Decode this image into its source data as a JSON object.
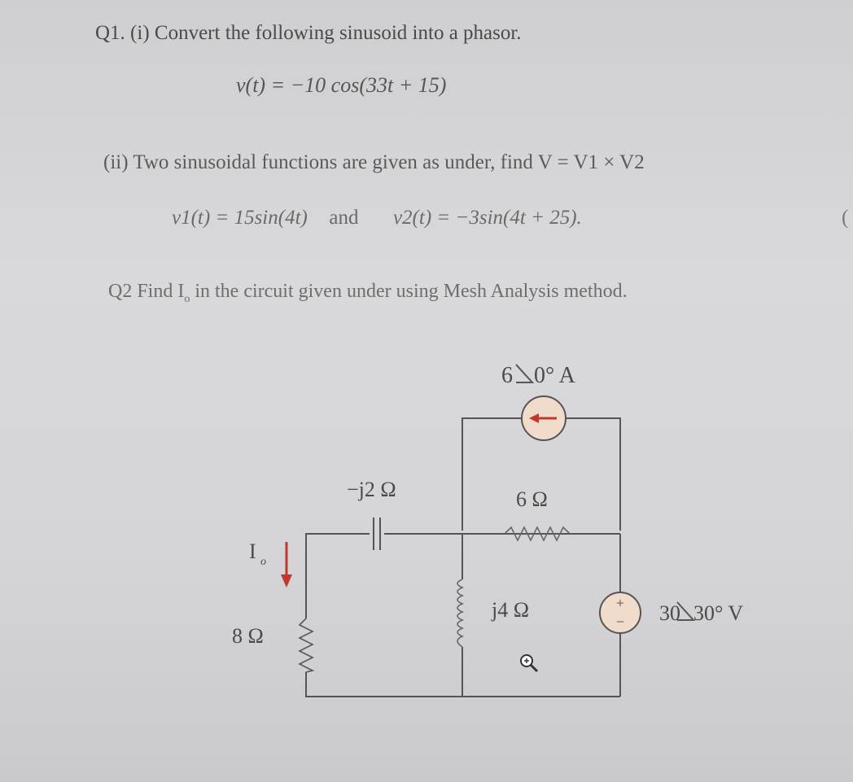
{
  "q1": {
    "title": "Q1. (i) Convert the following sinusoid into a phasor.",
    "equation": "v(t) = −10 cos(33t + 15)",
    "part_ii": "(ii) Two sinusoidal functions are given as under, find V = V1 × V2",
    "part_ii_eq_v1": "v1(t) = 15sin(4t)",
    "part_ii_and": "and",
    "part_ii_eq_v2": "v2(t) = −3sin(4t + 25)."
  },
  "q2": {
    "title": "Q2 Find I",
    "title_sub": "o",
    "title_rest": " in the circuit given under using Mesh Analysis method."
  },
  "edge_char": "(",
  "circuit": {
    "current_source_label": "6∠0° A",
    "current_source_mag": "6",
    "current_source_angle": "0° A",
    "capacitor_label": "−j2 Ω",
    "resistor_6_label": "6 Ω",
    "inductor_label": "j4 Ω",
    "resistor_8_label": "8 Ω",
    "voltage_source_mag": "30",
    "voltage_source_angle": "30° V",
    "io_label": "I",
    "io_sub": "o",
    "plus_sign": "+",
    "minus_sign": "−"
  },
  "colors": {
    "arrow_red": "#c0392b",
    "source_fill": "#f1dccb"
  }
}
